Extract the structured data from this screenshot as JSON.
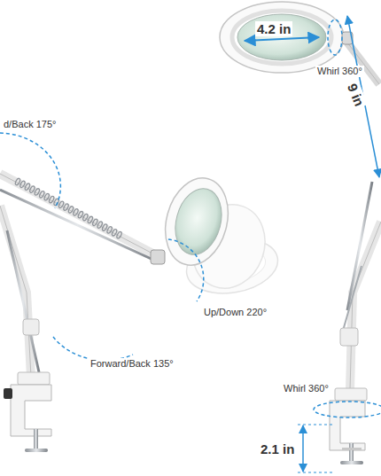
{
  "diagram": {
    "labels": [
      "4.2 in",
      "Whirl 360°",
      "9 in",
      "d/Back 175°",
      "Up/Down 220°",
      "Forward/Back 135°",
      "Whirl 360°",
      "2.1 in"
    ]
  }
}
